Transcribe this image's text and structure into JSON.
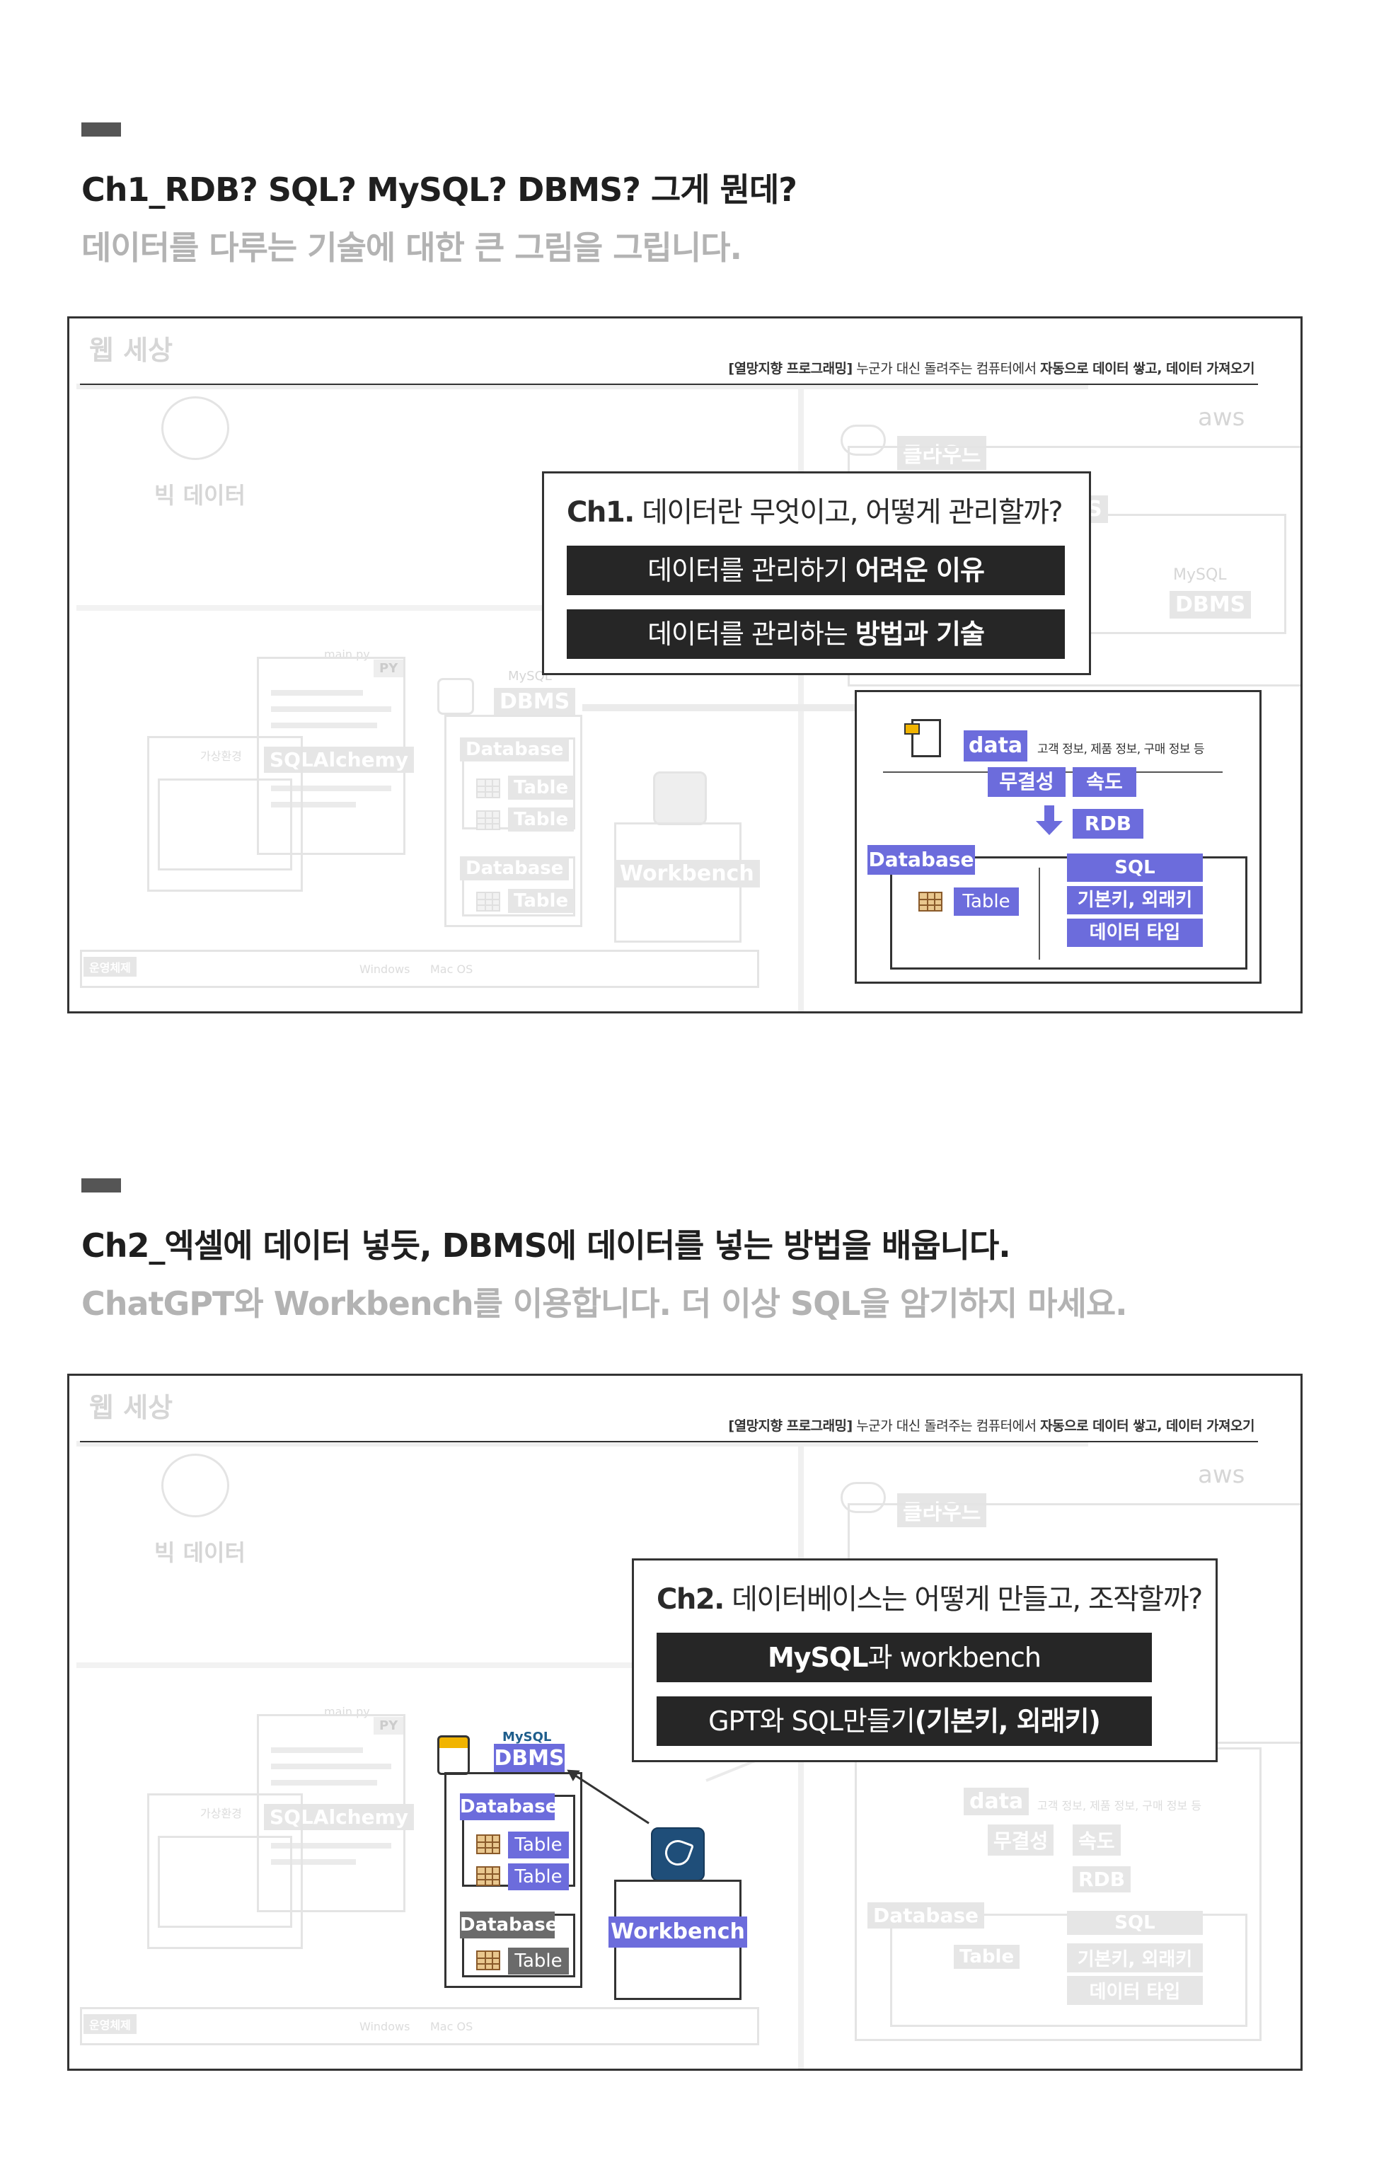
{
  "sections": [
    {
      "title": "Ch1_RDB? SQL? MySQL? DBMS? 그게 뭔데?",
      "subtitle": "데이터를 다루는 기술에 대한 큰 그림을 그립니다.",
      "panel": {
        "header_prefix": "[열망지향 프로그래밍]",
        "header_middle": " 누군가 대신 돌려주는 컴퓨터에서 ",
        "header_bold": "자동으로 데이터 쌓고, 데이터 가져오기",
        "callout_num": "Ch1.",
        "callout_title": " 데이터란 무엇이고, 어떻게 관리할까?",
        "button1_normal": "데이터를 관리하기 ",
        "button1_bold": "어려운 이유",
        "button2_normal": "데이터를 관리하는 ",
        "button2_bold": "방법과 기술"
      }
    },
    {
      "title": "Ch2_엑셀에 데이터 넣듯, DBMS에 데이터를 넣는 방법을 배웁니다.",
      "subtitle": "ChatGPT와 Workbench를 이용합니다. 더 이상 SQL을 암기하지 마세요.",
      "panel": {
        "header_prefix": "[열망지향 프로그래밍]",
        "header_middle": " 누군가 대신 돌려주는 컴퓨터에서 ",
        "header_bold": "자동으로 데이터 쌓고, 데이터 가져오기",
        "callout_num": "Ch2.",
        "callout_title": " 데이터베이스는 어떻게 만들고, 조작할까?",
        "button1_bold": "MySQL",
        "button1_normal": "과 workbench",
        "button2_normal": "GPT와 SQL만들기",
        "button2_bold": "(기본키, 외래키)"
      }
    }
  ],
  "scene": {
    "web_world": "웹 세상",
    "big_data": "빅 데이터",
    "cloud": "클라우드",
    "aws": "aws",
    "main_py": "main.py",
    "py": "PY",
    "sqlalchemy": "SQLAlchemy",
    "mysql_logo": "MySQL",
    "dbms": "DBMS",
    "database": "Database",
    "table": "Table",
    "workbench": "Workbench",
    "venv": "가상환경",
    "os": "운영체제",
    "windows": "Windows",
    "macos": "Mac OS",
    "data": "data",
    "data_desc": "고객 정보, 제품 정보, 구매 정보 등",
    "integrity": "무결성",
    "speed": "속도",
    "rdb": "RDB",
    "sql": "SQL",
    "keys": "기본키, 외래키",
    "data_type": "데이터 타입",
    "s_fragment": "S"
  },
  "colors": {
    "accent_purple": "#6c6cdc",
    "dark_button": "#262626",
    "workbench_blue": "#1f4e79",
    "faded": "#d6d6d6"
  }
}
